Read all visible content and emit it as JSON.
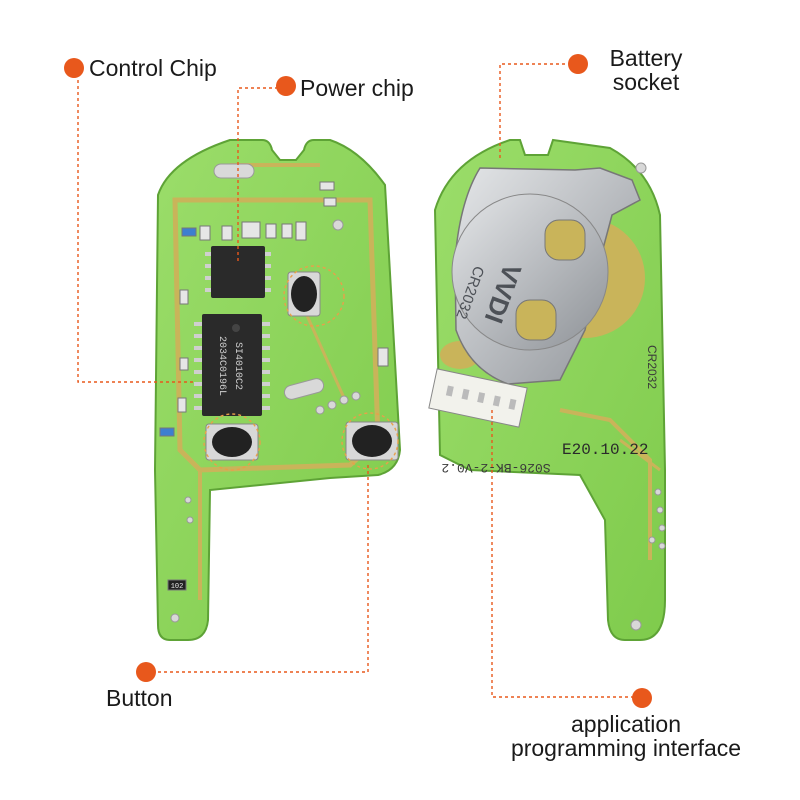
{
  "labels": {
    "control_chip": "Control Chip",
    "power_chip": "Power chip",
    "battery_socket": [
      "Battery",
      "socket"
    ],
    "button": "Button",
    "api": [
      "application",
      "programming interface"
    ]
  },
  "pcb_markings": {
    "chip_part_number": "SI4010C2",
    "chip_date_code": "2034C0196L",
    "battery_brand": "VVDI",
    "battery_model": "CR2032",
    "socket_edge_text": "CR2032",
    "date_code": "E20.10.22",
    "board_id": "S026-BK-2-V0.2",
    "resistor_code": "102"
  },
  "colors": {
    "accent_dot": "#e8581c",
    "leader_line": "#e8581c",
    "pcb_green": "#8ed65a",
    "pcb_trace": "#c9b45a",
    "chip_body": "#2a2a2a"
  },
  "icons": {
    "callout_marker": "orange-dot"
  }
}
